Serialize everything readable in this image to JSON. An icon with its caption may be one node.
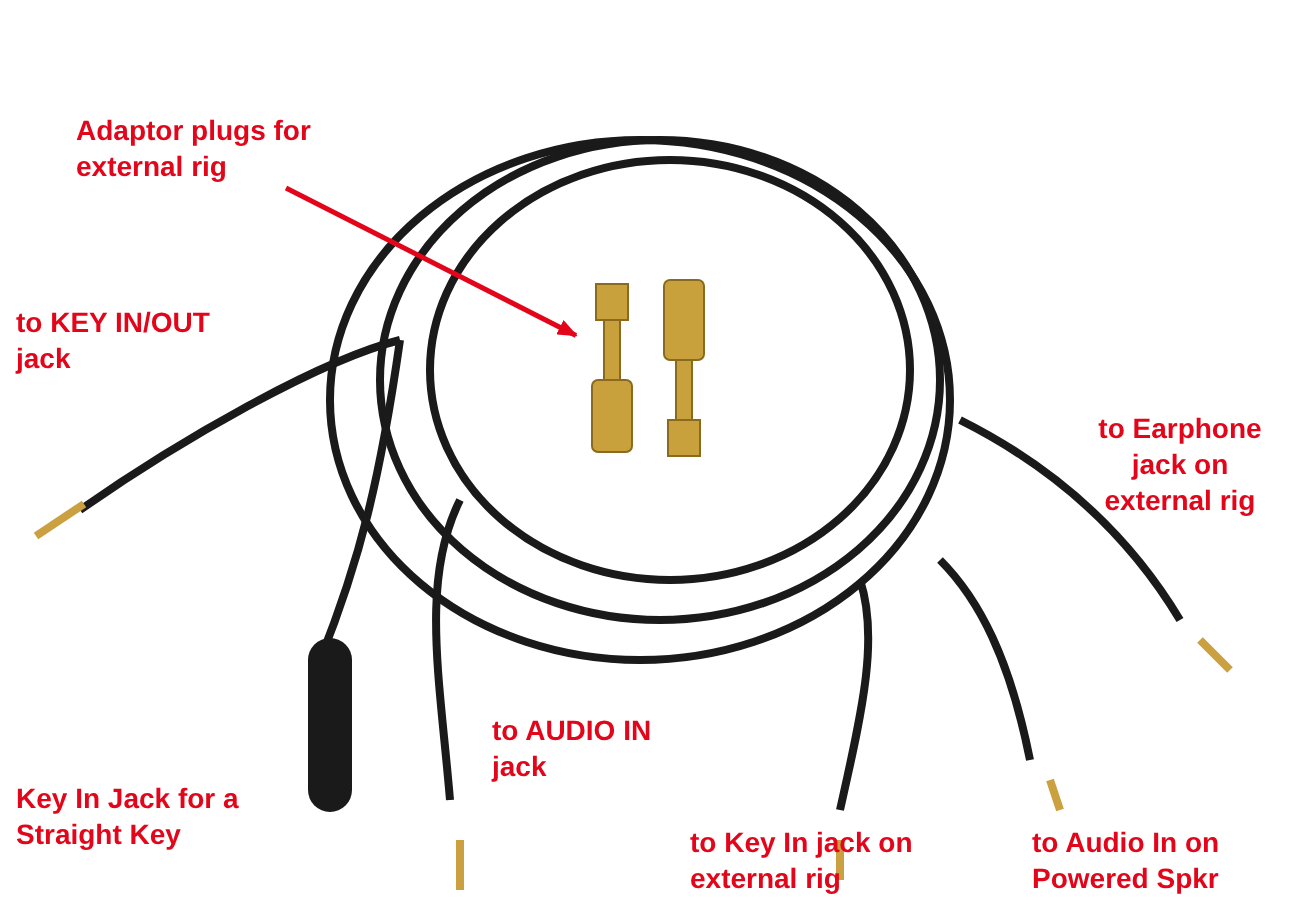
{
  "diagram": {
    "nodes": [
      {
        "text": [
          "Adaptor plugs for external rig"
        ]
      },
      {
        "text": [],
        "shape": "picture"
      }
    ],
    "edges": [
      {
        "from": 0,
        "to": 1,
        "arrow": "to"
      }
    ],
    "labels": [
      "to KEY IN/OUT jack",
      "to Earphone jack on external rig",
      "to AUDIO IN jack",
      "Key In Jack for a Straight Key",
      "to Key In jack on external rig",
      "to Audio In on Powered Spkr"
    ]
  }
}
